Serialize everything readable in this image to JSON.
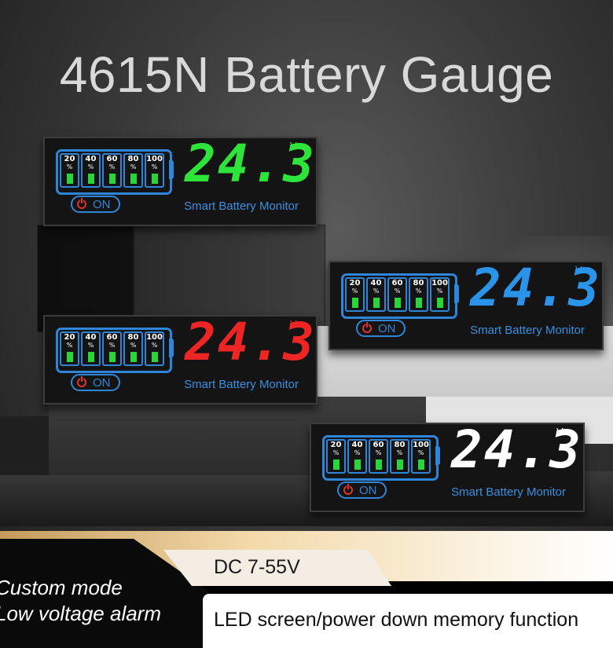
{
  "title": "4615N Battery Gauge",
  "devices": [
    {
      "reading": "24.3",
      "unit": "V",
      "on_label": "ON",
      "brand": "Smart Battery Monitor",
      "digit_color": "#2ee33a",
      "levels": [
        "20",
        "40",
        "60",
        "80",
        "100"
      ],
      "pct_symbol": "%"
    },
    {
      "reading": "24.3",
      "unit": "V",
      "on_label": "ON",
      "brand": "Smart Battery Monitor",
      "digit_color": "#2a93ea",
      "levels": [
        "20",
        "40",
        "60",
        "80",
        "100"
      ],
      "pct_symbol": "%"
    },
    {
      "reading": "24.3",
      "unit": "V",
      "on_label": "ON",
      "brand": "Smart Battery Monitor",
      "digit_color": "#ee2525",
      "levels": [
        "20",
        "40",
        "60",
        "80",
        "100"
      ],
      "pct_symbol": "%"
    },
    {
      "reading": "24.3",
      "unit": "V",
      "on_label": "ON",
      "brand": "Smart Battery Monitor",
      "digit_color": "#ffffff",
      "levels": [
        "20",
        "40",
        "60",
        "80",
        "100"
      ],
      "pct_symbol": "%"
    }
  ],
  "banner": {
    "dc_range": "DC 7-55V",
    "custom_mode": "Custom mode",
    "alarm": "Low voltage alarm",
    "feature": "LED screen/power down memory function"
  },
  "colors": {
    "accent_blue": "#2f86d8",
    "level_green": "#2ad43b",
    "power_red": "#e03030"
  }
}
